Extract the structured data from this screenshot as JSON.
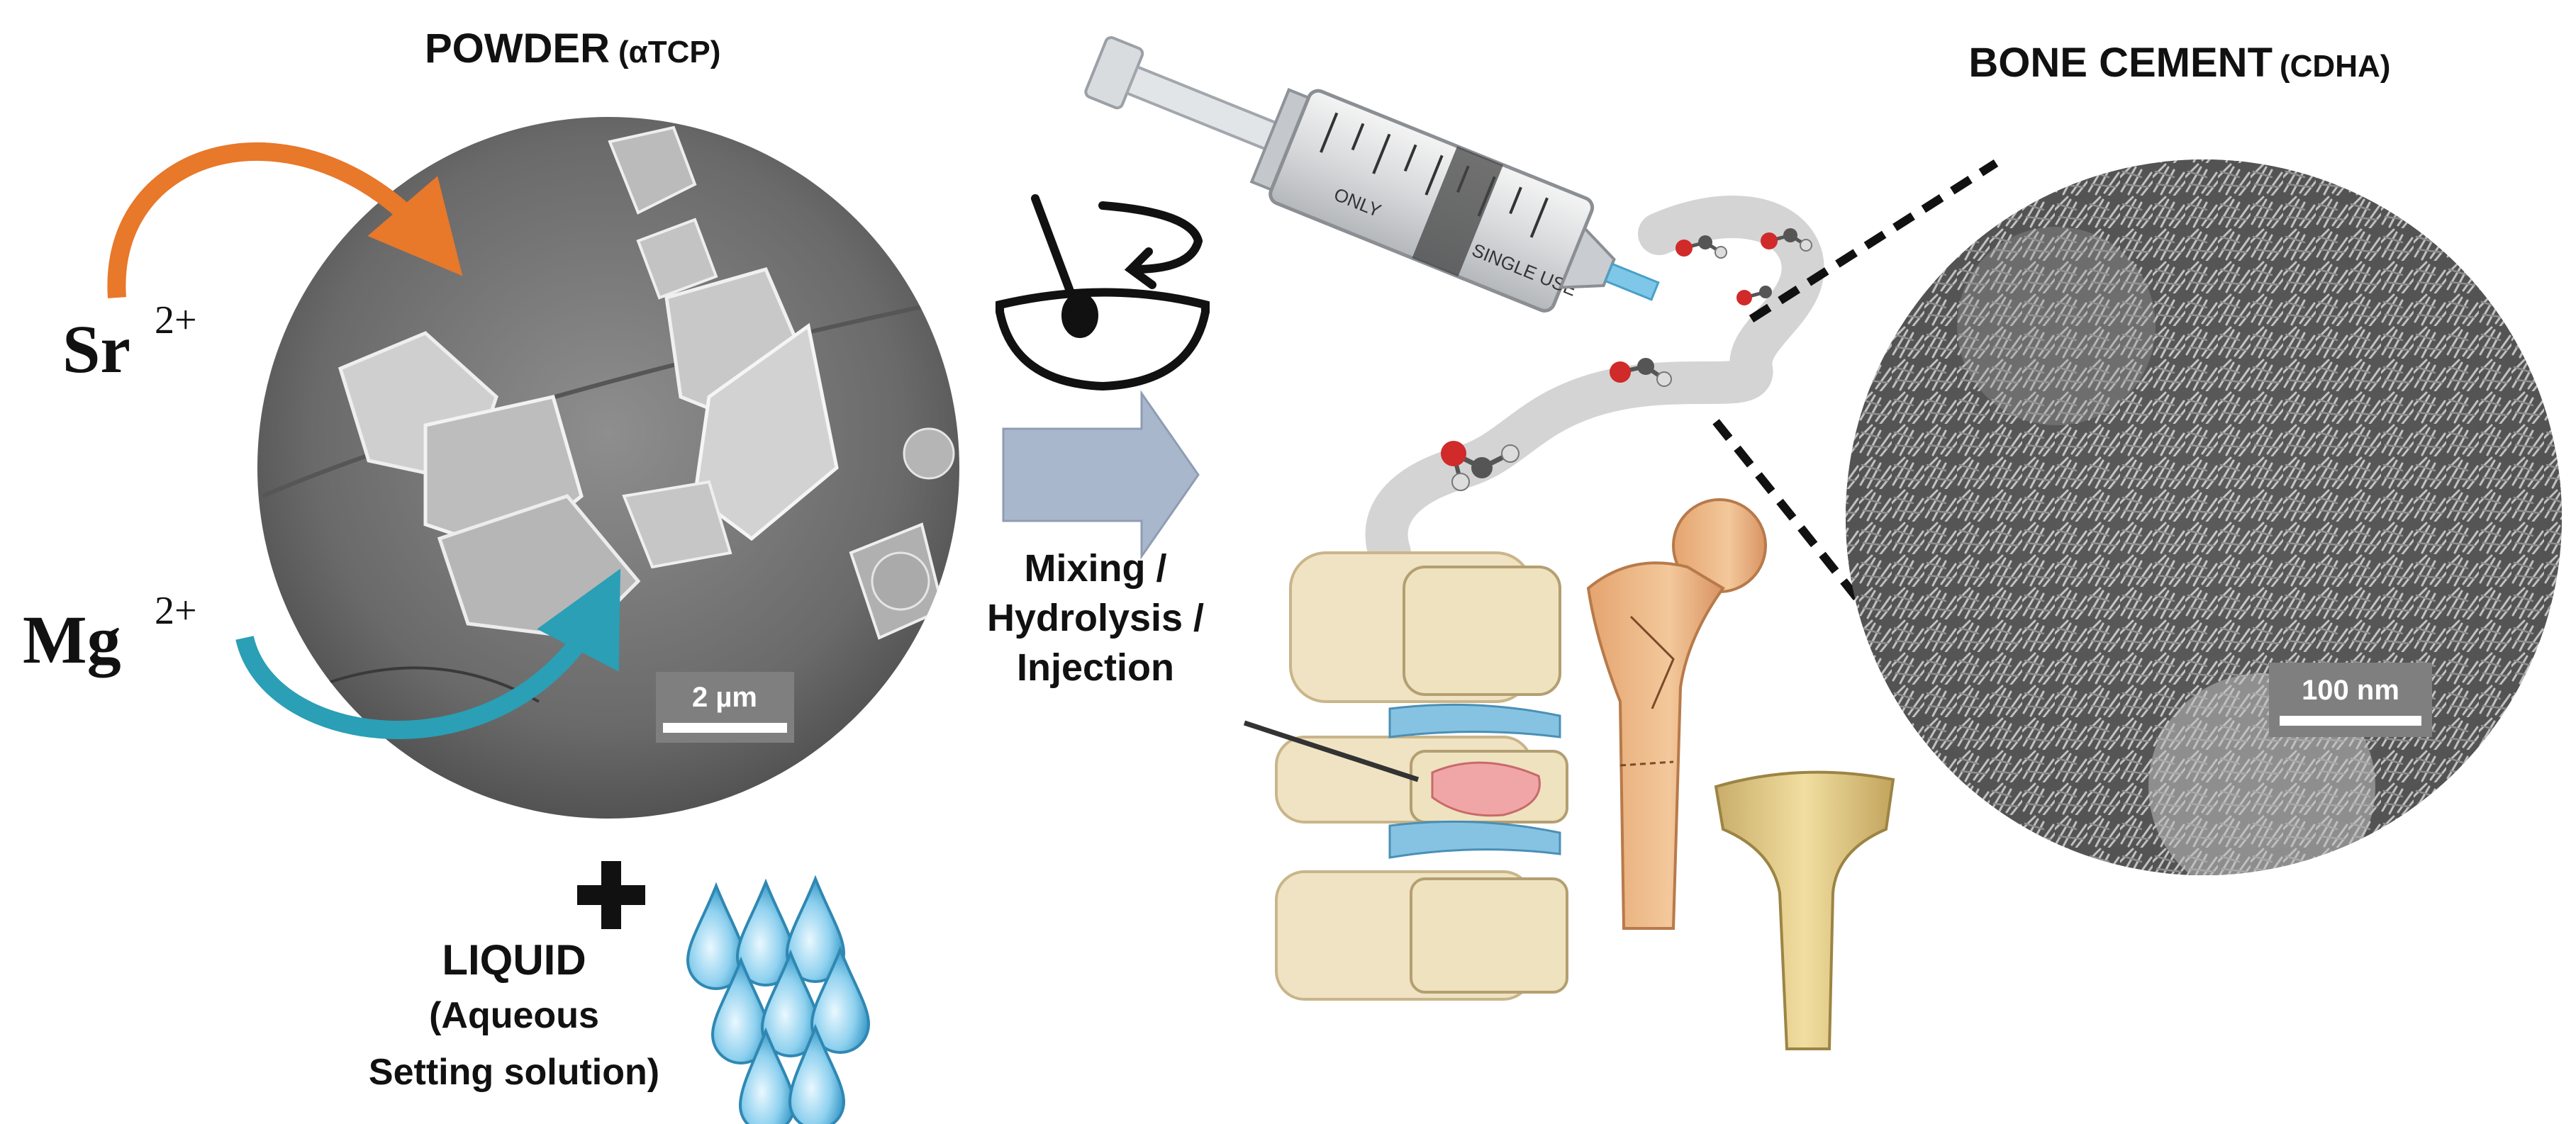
{
  "powder": {
    "title": "POWDER",
    "subtitle": "(αTCP)",
    "scale_bar": "2 µm"
  },
  "ions": {
    "sr_symbol": "Sr",
    "sr_charge": "2+",
    "mg_symbol": "Mg",
    "mg_charge": "2+",
    "sr_arrow_color": "#e8782a",
    "mg_arrow_color": "#2a9fb5"
  },
  "plus": {
    "sign": "+"
  },
  "liquid": {
    "title": "LIQUID",
    "line1": "(Aqueous",
    "line2": "Setting solution)"
  },
  "process": {
    "line1": "Mixing /",
    "line2": "Hydrolysis /",
    "line3": "Injection",
    "arrow_color": "#a9b7cc"
  },
  "cement": {
    "title": "BONE CEMENT",
    "subtitle": "(CDHA)",
    "scale_bar": "100 nm"
  },
  "syringe": {
    "barrel_text": "ONLY",
    "barrel_text2": "SINGLE USE"
  }
}
